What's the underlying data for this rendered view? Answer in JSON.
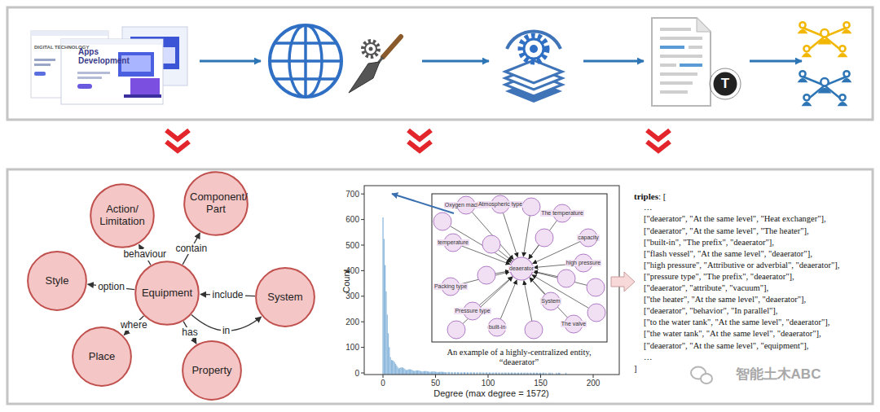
{
  "diagram": {
    "nodes": [
      {
        "text": [
          "Action/ Limitation"
        ]
      },
      {
        "text": [
          "Component/ Part"
        ]
      },
      {
        "text": [
          "Style"
        ]
      },
      {
        "text": [
          "Equipment"
        ]
      },
      {
        "text": [
          "System"
        ]
      },
      {
        "text": [
          "Place"
        ]
      },
      {
        "text": [
          "Property"
        ]
      }
    ],
    "edges": [
      {
        "from": 3,
        "to": 0,
        "label": "behaviour",
        "arrow": "to"
      },
      {
        "from": 3,
        "to": 1,
        "label": "contain",
        "arrow": "to"
      },
      {
        "from": 3,
        "to": 2,
        "label": "option",
        "arrow": "to"
      },
      {
        "from": 4,
        "to": 3,
        "label": "include",
        "arrow": "to"
      },
      {
        "from": 3,
        "to": 4,
        "label": "in",
        "arrow": "to"
      },
      {
        "from": 3,
        "to": 5,
        "label": "where",
        "arrow": "to"
      },
      {
        "from": 3,
        "to": 6,
        "label": "has",
        "arrow": "to"
      }
    ],
    "labels": [
      "DIGITAL TECHNOLOGY",
      "Apps Development",
      "T",
      "700",
      "600",
      "500",
      "400",
      "300",
      "200",
      "100",
      "0",
      "0",
      "50",
      "100",
      "150",
      "200",
      "Count",
      "Degree (max degree = 1572)",
      "Oxygen machine",
      "Atmospheric type",
      "The temperature",
      "capacity",
      "high pressure",
      "deaerator",
      "System",
      "Pressure type",
      "The valve",
      "built-in",
      "Packing type",
      "temperature",
      "An example of a highly-centralized entity, “deaerator”",
      "triples",
      ": [",
      "…",
      "[\"deaerator\", \"At the same level\", \"Heat exchanger\"],",
      "[\"deaerator\", \"At the same level\", \"The heater\"],",
      "[\"built-in\", \"The prefix\", \"deaerator\"],",
      "[\"flash vessel\", \"At the same level\", \"deaerator\"],",
      "[\"high pressure\", \"Attributive or adverbial\", \"deaerator\"],",
      "[\"pressure type\", \"The prefix\", \"deaerator\"],",
      "[\"deaerator\", \"attribute\", \"vacuum\"],",
      "[\"the heater\", \"At the same level\", \"deaerator\"],",
      "[\"deaerator\", \"behavior\", \"In parallel\"],",
      "[\"to the water tank\", \"At the same level\", \"deaerator\"],",
      "[\"the water tank\", \"At the same level\", \"deaerator\"],",
      "[\"deaerator\", \"At the same level\", \"equipment\"],",
      "…",
      "]",
      "智能土木ABC"
    ]
  }
}
